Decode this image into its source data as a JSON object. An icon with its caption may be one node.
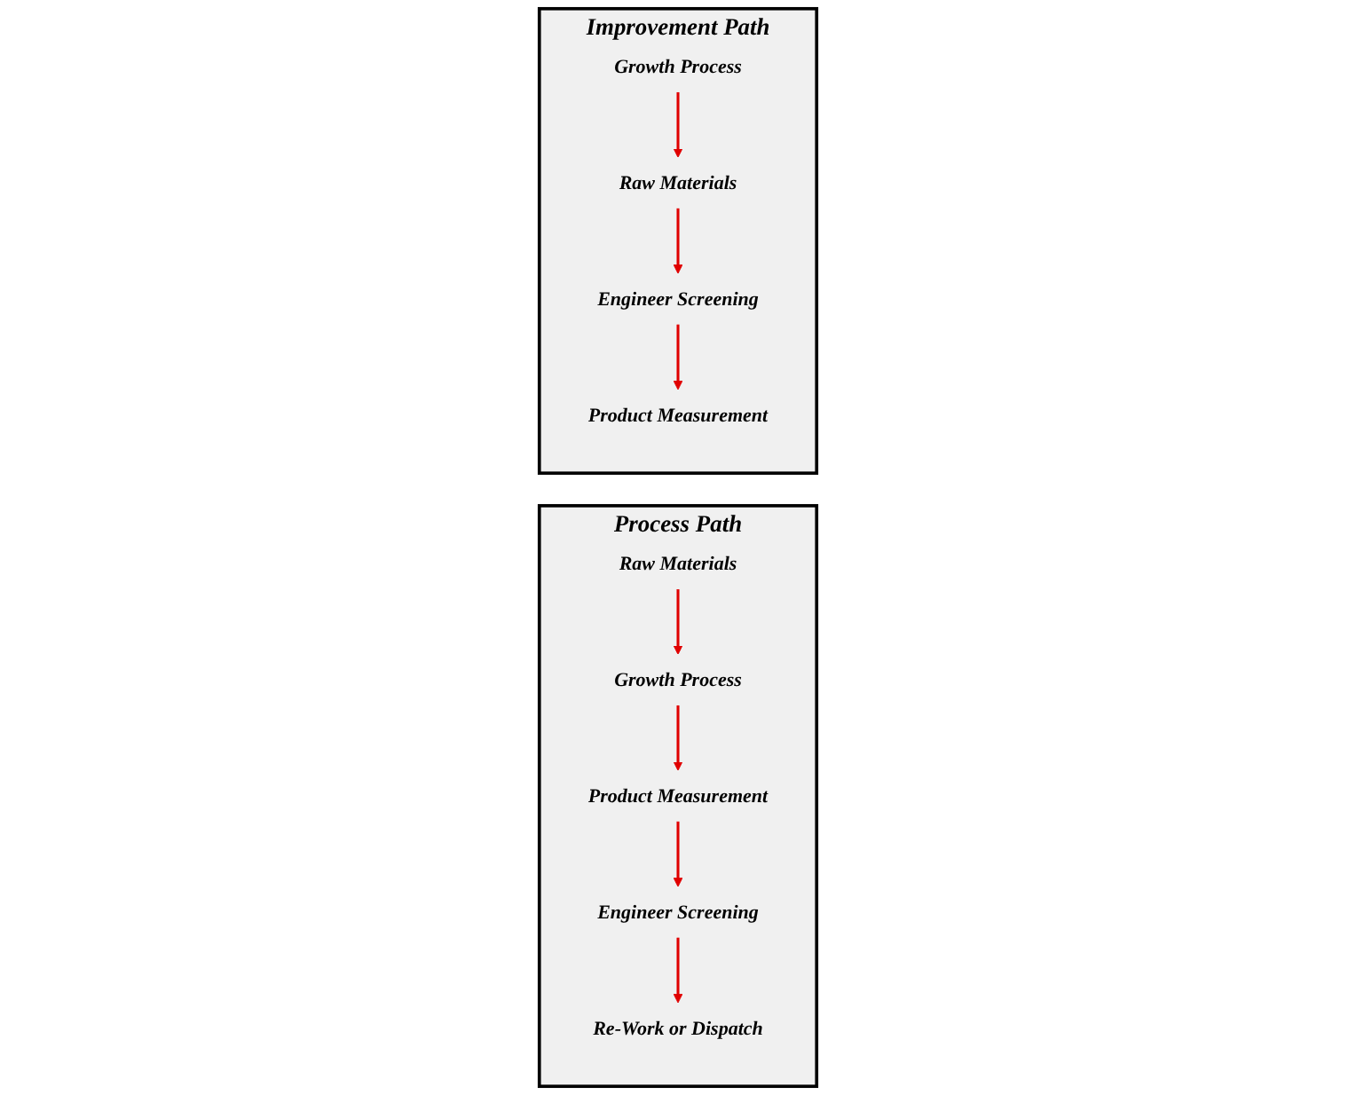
{
  "diagram": {
    "nodes": [
      {
        "text": [
          "Process Path"
        ]
      },
      {
        "text": [
          "Raw Materials"
        ],
        "in": 0
      },
      {
        "text": [
          "Growth Process"
        ],
        "in": 0
      },
      {
        "text": [
          "Product Measurement"
        ],
        "in": 0
      },
      {
        "text": [
          "Engineer Screening"
        ],
        "in": 0
      },
      {
        "text": [
          "Re-Work or Dispatch"
        ],
        "in": 0
      },
      {
        "text": [
          "Improvement Path"
        ]
      },
      {
        "text": [
          "Growth Process"
        ],
        "in": 6
      },
      {
        "text": [
          "Raw Materials"
        ],
        "in": 6
      },
      {
        "text": [
          "Engineer Screening"
        ],
        "in": 6
      },
      {
        "text": [
          "Product Measurement"
        ],
        "in": 6
      }
    ],
    "edges": [
      {
        "from": 1,
        "to": 2,
        "arrow": "to"
      },
      {
        "from": 2,
        "to": 3,
        "arrow": "to"
      },
      {
        "from": 3,
        "to": 4,
        "arrow": "to"
      },
      {
        "from": 4,
        "to": 5,
        "arrow": "to"
      },
      {
        "from": 7,
        "to": 8,
        "arrow": "to"
      },
      {
        "from": 8,
        "to": 9,
        "arrow": "to"
      },
      {
        "from": 9,
        "to": 10,
        "arrow": "to"
      }
    ]
  }
}
